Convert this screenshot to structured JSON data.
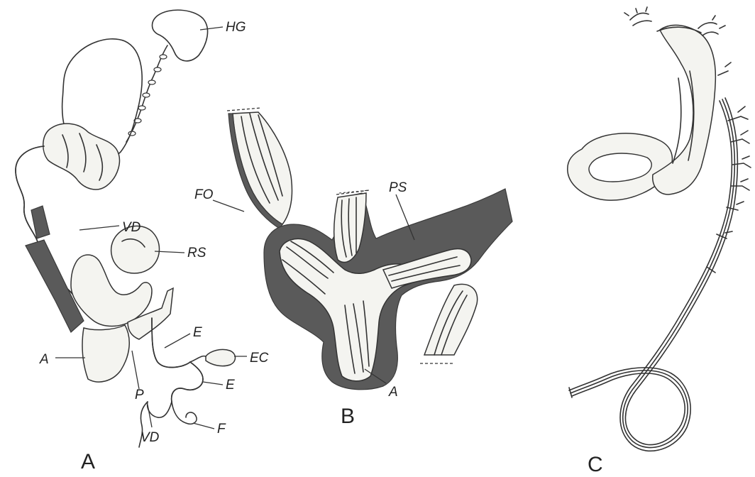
{
  "panels": {
    "A": {
      "title": "A",
      "labels": {
        "hg": "HG",
        "vd_upper": "VD",
        "rs": "RS",
        "e_upper": "E",
        "a": "A",
        "ec": "EC",
        "p": "P",
        "e_lower": "E",
        "vd_lower": "VD",
        "f": "F"
      }
    },
    "B": {
      "title": "B",
      "labels": {
        "fo": "FO",
        "ps": "PS",
        "a": "A"
      }
    },
    "C": {
      "title": "C"
    }
  }
}
